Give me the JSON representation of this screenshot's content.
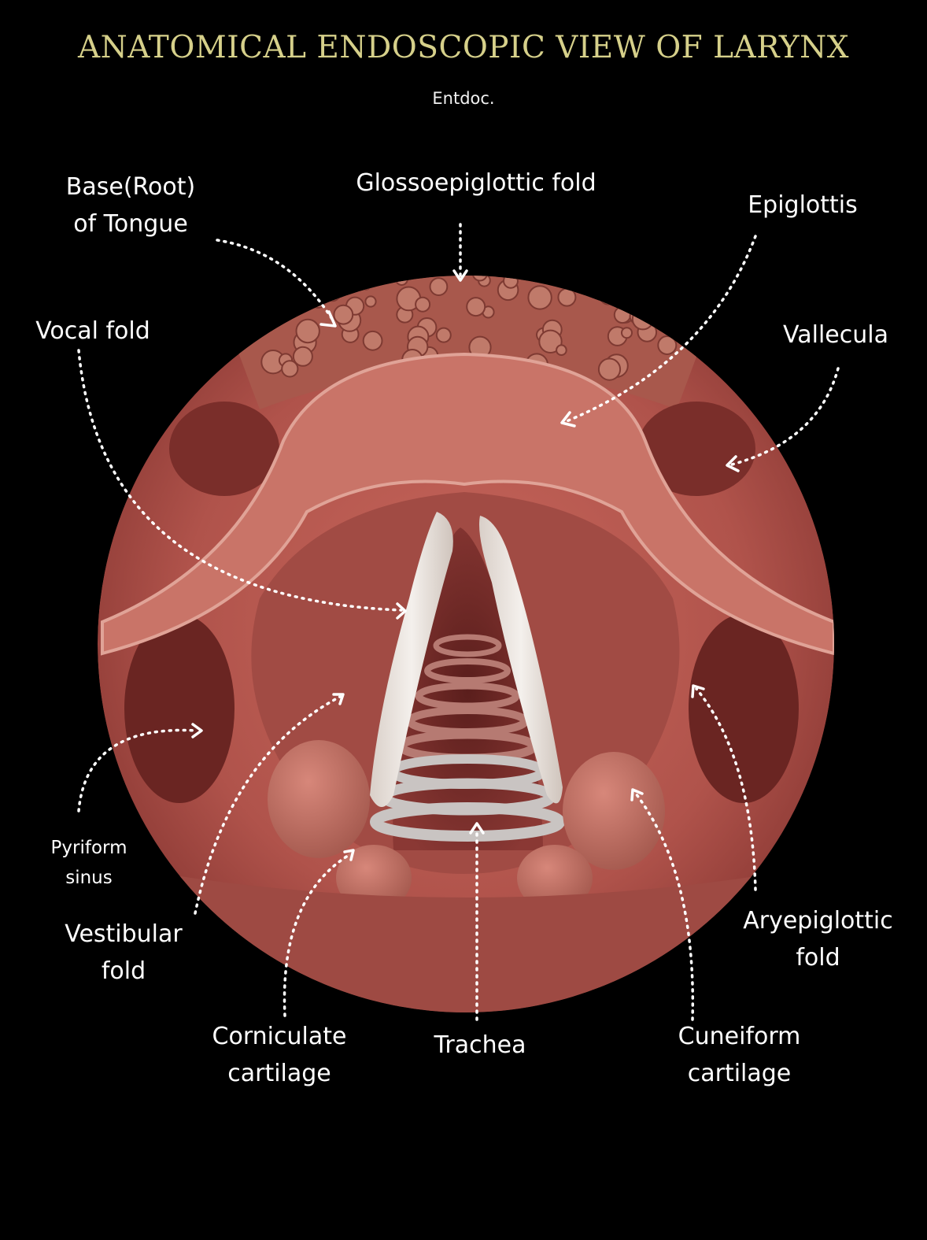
{
  "header": {
    "title": "ANATOMICAL ENDOSCOPIC VIEW OF LARYNX",
    "credit": "Entdoc."
  },
  "labels": {
    "base_of_tongue": {
      "line1": "Base(Root)",
      "line2": "of Tongue"
    },
    "glossoepiglottic_fold": "Glossoepiglottic fold",
    "epiglottis": "Epiglottis",
    "vocal_fold": "Vocal fold",
    "vallecula": "Vallecula",
    "pyriform_sinus": {
      "line1": "Pyriform",
      "line2": "sinus"
    },
    "vestibular_fold": {
      "line1": "Vestibular",
      "line2": "fold"
    },
    "aryepiglottic_fold": {
      "line1": "Aryepiglottic",
      "line2": "fold"
    },
    "corniculate_cartilage": {
      "line1": "Corniculate",
      "line2": "cartilage"
    },
    "trachea": "Trachea",
    "cuneiform_cartilage": {
      "line1": "Cuneiform",
      "line2": "cartilage"
    }
  },
  "colors": {
    "background": "#000000",
    "title": "#d6d08a",
    "label": "#ffffff",
    "tissue": "#b5574f",
    "vocal_cords": "#e8e2dc"
  }
}
